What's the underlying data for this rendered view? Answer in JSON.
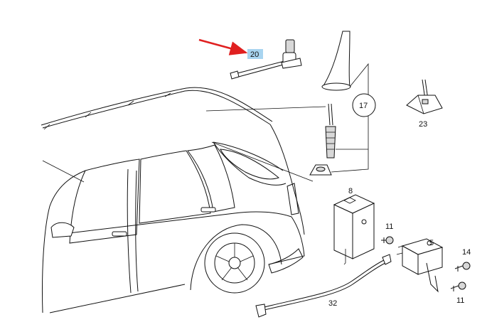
{
  "callouts": {
    "antenna_20": "20",
    "group_17": "17",
    "antenna_23": "23",
    "module_8": "8",
    "amplifier_5": "5",
    "bolt_11_top": "11",
    "bolt_14": "14",
    "bolt_11_bottom": "11",
    "cable_32": "32"
  },
  "colors": {
    "highlight": "#a8d4f0",
    "arrow": "#e02020",
    "line": "#111111"
  }
}
